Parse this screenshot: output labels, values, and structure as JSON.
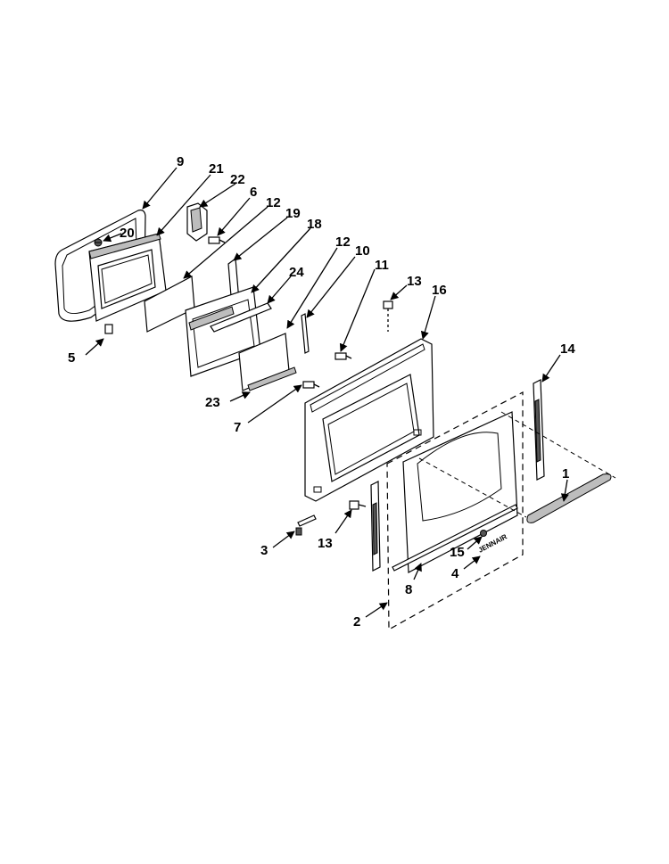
{
  "callouts": {
    "c1": "1",
    "c2": "2",
    "c3": "3",
    "c4": "4",
    "c5": "5",
    "c6": "6",
    "c7": "7",
    "c8": "8",
    "c9": "9",
    "c10": "10",
    "c11": "11",
    "c12a": "12",
    "c12b": "12",
    "c13a": "13",
    "c13b": "13",
    "c14": "14",
    "c15": "15",
    "c16": "16",
    "c18": "18",
    "c19": "19",
    "c20": "20",
    "c21": "21",
    "c22": "22",
    "c23": "23",
    "c24": "24"
  },
  "brand_text": "JENNAIR"
}
